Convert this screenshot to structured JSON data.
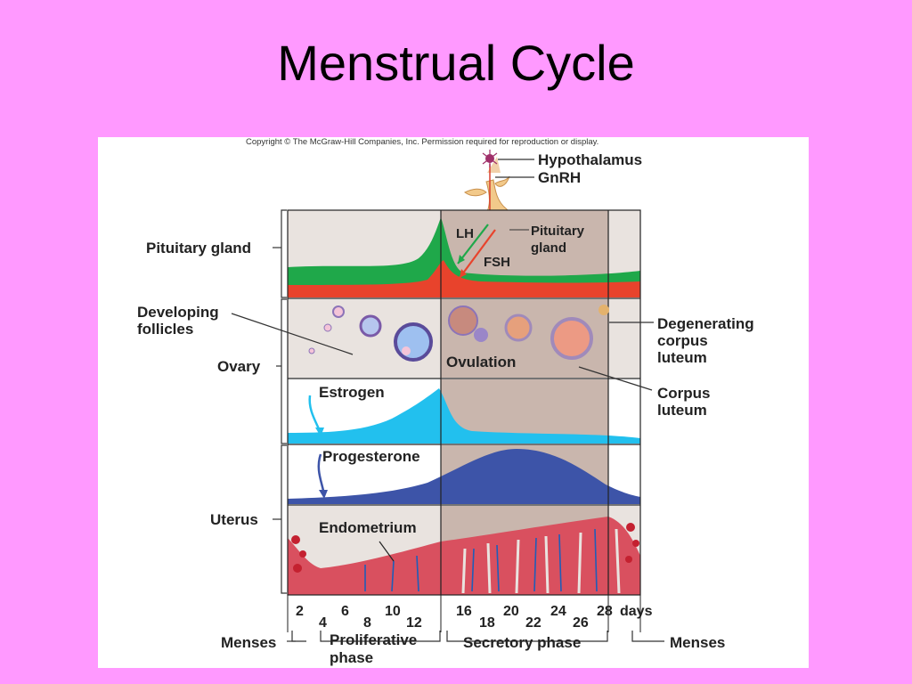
{
  "slide": {
    "title": "Menstrual Cycle"
  },
  "figure": {
    "copyright": "Copyright © The McGraw-Hill Companies, Inc. Permission required for reproduction or display.",
    "labels": {
      "hypothalamus": "Hypothalamus",
      "gnrh": "GnRH",
      "lh": "LH",
      "fsh": "FSH",
      "pituitary_gland_line1": "Pituitary",
      "pituitary_gland_line2": "gland",
      "pituitary_gland_side": "Pituitary gland",
      "developing_line1": "Developing",
      "developing_line2": "follicles",
      "ovary": "Ovary",
      "ovulation": "Ovulation",
      "degenerating_line1": "Degenerating",
      "degenerating_line2": "corpus",
      "degenerating_line3": "luteum",
      "corpus_line1": "Corpus",
      "corpus_line2": "luteum",
      "estrogen": "Estrogen",
      "progesterone": "Progesterone",
      "uterus": "Uterus",
      "endometrium": "Endometrium"
    },
    "days": {
      "even_low": [
        "2",
        "6",
        "10",
        "16",
        "20",
        "24",
        "28"
      ],
      "even_high": [
        "4",
        "8",
        "12",
        "18",
        "22",
        "26"
      ],
      "unit": "days"
    },
    "phases": {
      "menses_left": "Menses",
      "proliferative_line1": "Proliferative",
      "proliferative_line2": "phase",
      "secretory": "Secretory phase",
      "menses_right": "Menses"
    },
    "colors": {
      "background": "#ff99ff",
      "panel_shade": "#c9b6ad",
      "panel_light": "#e9e3df",
      "lh_green": "#1fa84a",
      "fsh_red": "#e8432c",
      "estrogen": "#22c0ee",
      "progesterone": "#3d54a8",
      "endometrium": "#d9505f"
    }
  }
}
